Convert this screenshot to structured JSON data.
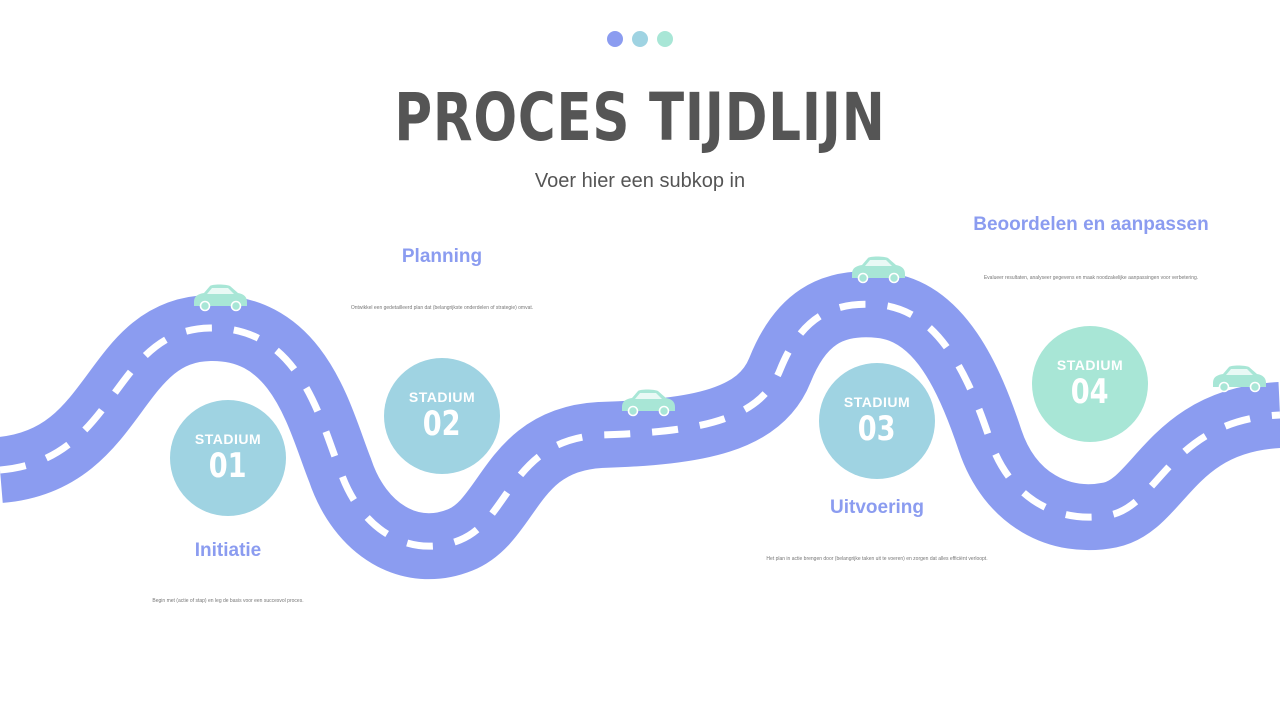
{
  "header": {
    "title": "PROCES TIJDLIJN",
    "subtitle": "Voer hier een subkop in",
    "dot_colors": [
      "#8b9cf0",
      "#9fd3e2",
      "#a8e6d6"
    ]
  },
  "colors": {
    "road": "#8b9cf0",
    "dash": "#ffffff",
    "stage_blue": "#9fd3e2",
    "stage_mint": "#a8e6d6",
    "car": "#a8e6d6",
    "heading": "#8b9cf0"
  },
  "stages": [
    {
      "label": "STADIUM",
      "number": "01",
      "color": "#9fd3e2",
      "heading": "Initiatie",
      "description": "Begin met (actie of stap) en leg de basis voor een succesvol proces."
    },
    {
      "label": "STADIUM",
      "number": "02",
      "color": "#9fd3e2",
      "heading": "Planning",
      "description": "Ontwikkel een gedetailleerd plan dat (belangrijkste onderdelen of strategie) omvat."
    },
    {
      "label": "STADIUM",
      "number": "03",
      "color": "#9fd3e2",
      "heading": "Uitvoering",
      "description": "Het plan in actie brengen door (belangrijke taken uit te voeren) en zorgen dat alles efficiënt verloopt."
    },
    {
      "label": "STADIUM",
      "number": "04",
      "color": "#a8e6d6",
      "heading": "Beoordelen en aanpassen",
      "description": "Evalueer resultaten, analyseer gegevens en maak noodzakelijke aanpassingen voor verbetering."
    }
  ],
  "icons": [
    "car-icon"
  ]
}
